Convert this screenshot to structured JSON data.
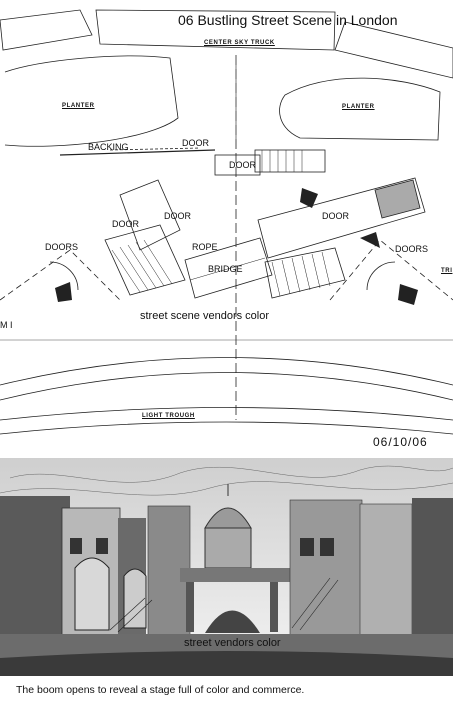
{
  "title": "06 Bustling Street Scene in London",
  "plan_labels": {
    "center_sky_truck": "CENTER SKY TRUCK",
    "planter_left": "PLANTER",
    "planter_right": "PLANTER",
    "backing": "BACKING",
    "door_top": "DOOR",
    "door_center": "DOOR",
    "door_left_a": "DOOR",
    "door_left_b": "DOOR",
    "door_right": "DOOR",
    "doors_left": "DOORS",
    "doors_right": "DOORS",
    "rope": "ROPE",
    "bridge": "BRIDGE",
    "light_trough": "LIGHT TROUGH",
    "edge_left": "M I",
    "edge_right": "TRI"
  },
  "plan_note": "street scene   vendors   color",
  "date": "06/10/06",
  "render_note": "street vendors   color",
  "caption": "The boom opens to reveal a stage full of color and commerce.",
  "colors": {
    "ink": "#111111",
    "paper": "#ffffff",
    "shade": "#9a9a9a"
  }
}
